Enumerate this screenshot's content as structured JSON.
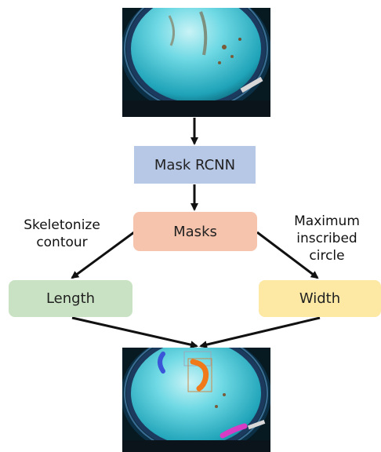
{
  "nodes": {
    "mask_rcnn": "Mask RCNN",
    "masks": "Masks",
    "length": "Length",
    "width": "Width"
  },
  "edge_labels": {
    "skeletonize_line1": "Skeletonize",
    "skeletonize_line2": "contour",
    "circle_line1": "Maximum",
    "circle_line2": "inscribed",
    "circle_line3": "circle"
  },
  "colors": {
    "mask_rcnn_fill": "#b7c8e6",
    "masks_fill": "#f6c4ad",
    "length_fill": "#c8e2c3",
    "width_fill": "#fde8a4",
    "arrow": "#111111",
    "water": "#3fc6d6",
    "ring": "#1c3a5e",
    "mask_orange": "#f07a1a",
    "mask_blue": "#3a55d8",
    "mask_magenta": "#d63cc4"
  }
}
